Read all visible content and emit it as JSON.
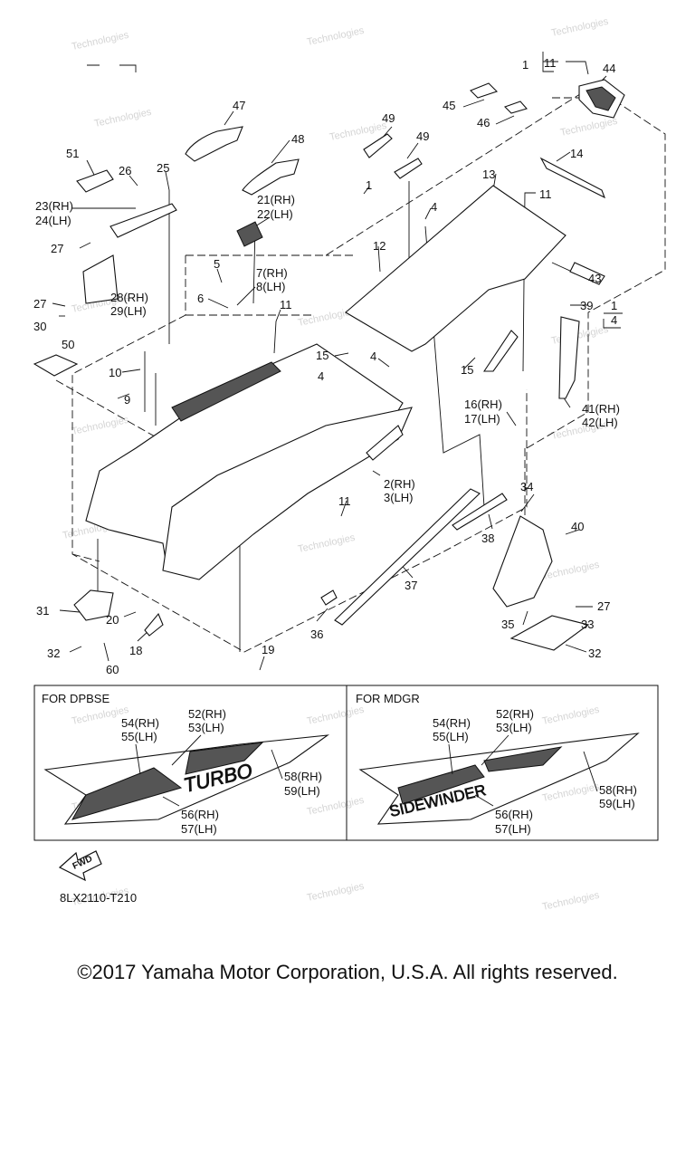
{
  "callouts": [
    "1",
    "11",
    "44",
    "45",
    "46",
    "47",
    "48",
    "49",
    "49",
    "51",
    "26",
    "25",
    "23(RH)",
    "24(LH)",
    "21(RH)",
    "22(LH)",
    "1",
    "14",
    "13",
    "11",
    "4",
    "12",
    "43",
    "27",
    "5",
    "7(RH)",
    "8(LH)",
    "28(RH)",
    "29(LH)",
    "27",
    "6",
    "11",
    "39",
    "1",
    "4",
    "30",
    "50",
    "15",
    "4",
    "15",
    "10",
    "9",
    "4",
    "16(RH)",
    "17(LH)",
    "41(RH)",
    "42(LH)",
    "2(RH)",
    "3(LH)",
    "11",
    "34",
    "40",
    "38",
    "37",
    "31",
    "20",
    "27",
    "35",
    "33",
    "32",
    "18",
    "36",
    "32",
    "60",
    "19"
  ],
  "insets": [
    {
      "title": "FOR DPBSE",
      "labels": [
        "54(RH)",
        "55(LH)",
        "52(RH)",
        "53(LH)",
        "58(RH)",
        "59(LH)",
        "56(RH)",
        "57(LH)"
      ],
      "decal_text": "TURBO"
    },
    {
      "title": "FOR MDGR",
      "labels": [
        "54(RH)",
        "55(LH)",
        "52(RH)",
        "53(LH)",
        "58(RH)",
        "59(LH)",
        "56(RH)",
        "57(LH)"
      ],
      "decal_text": "SIDEWINDER"
    }
  ],
  "fwd_label": "FWD",
  "diagram_code": "8LX2110-T210",
  "watermark": "Technologies",
  "copyright": "©2017 Yamaha Motor Corporation, U.S.A. All rights reserved."
}
